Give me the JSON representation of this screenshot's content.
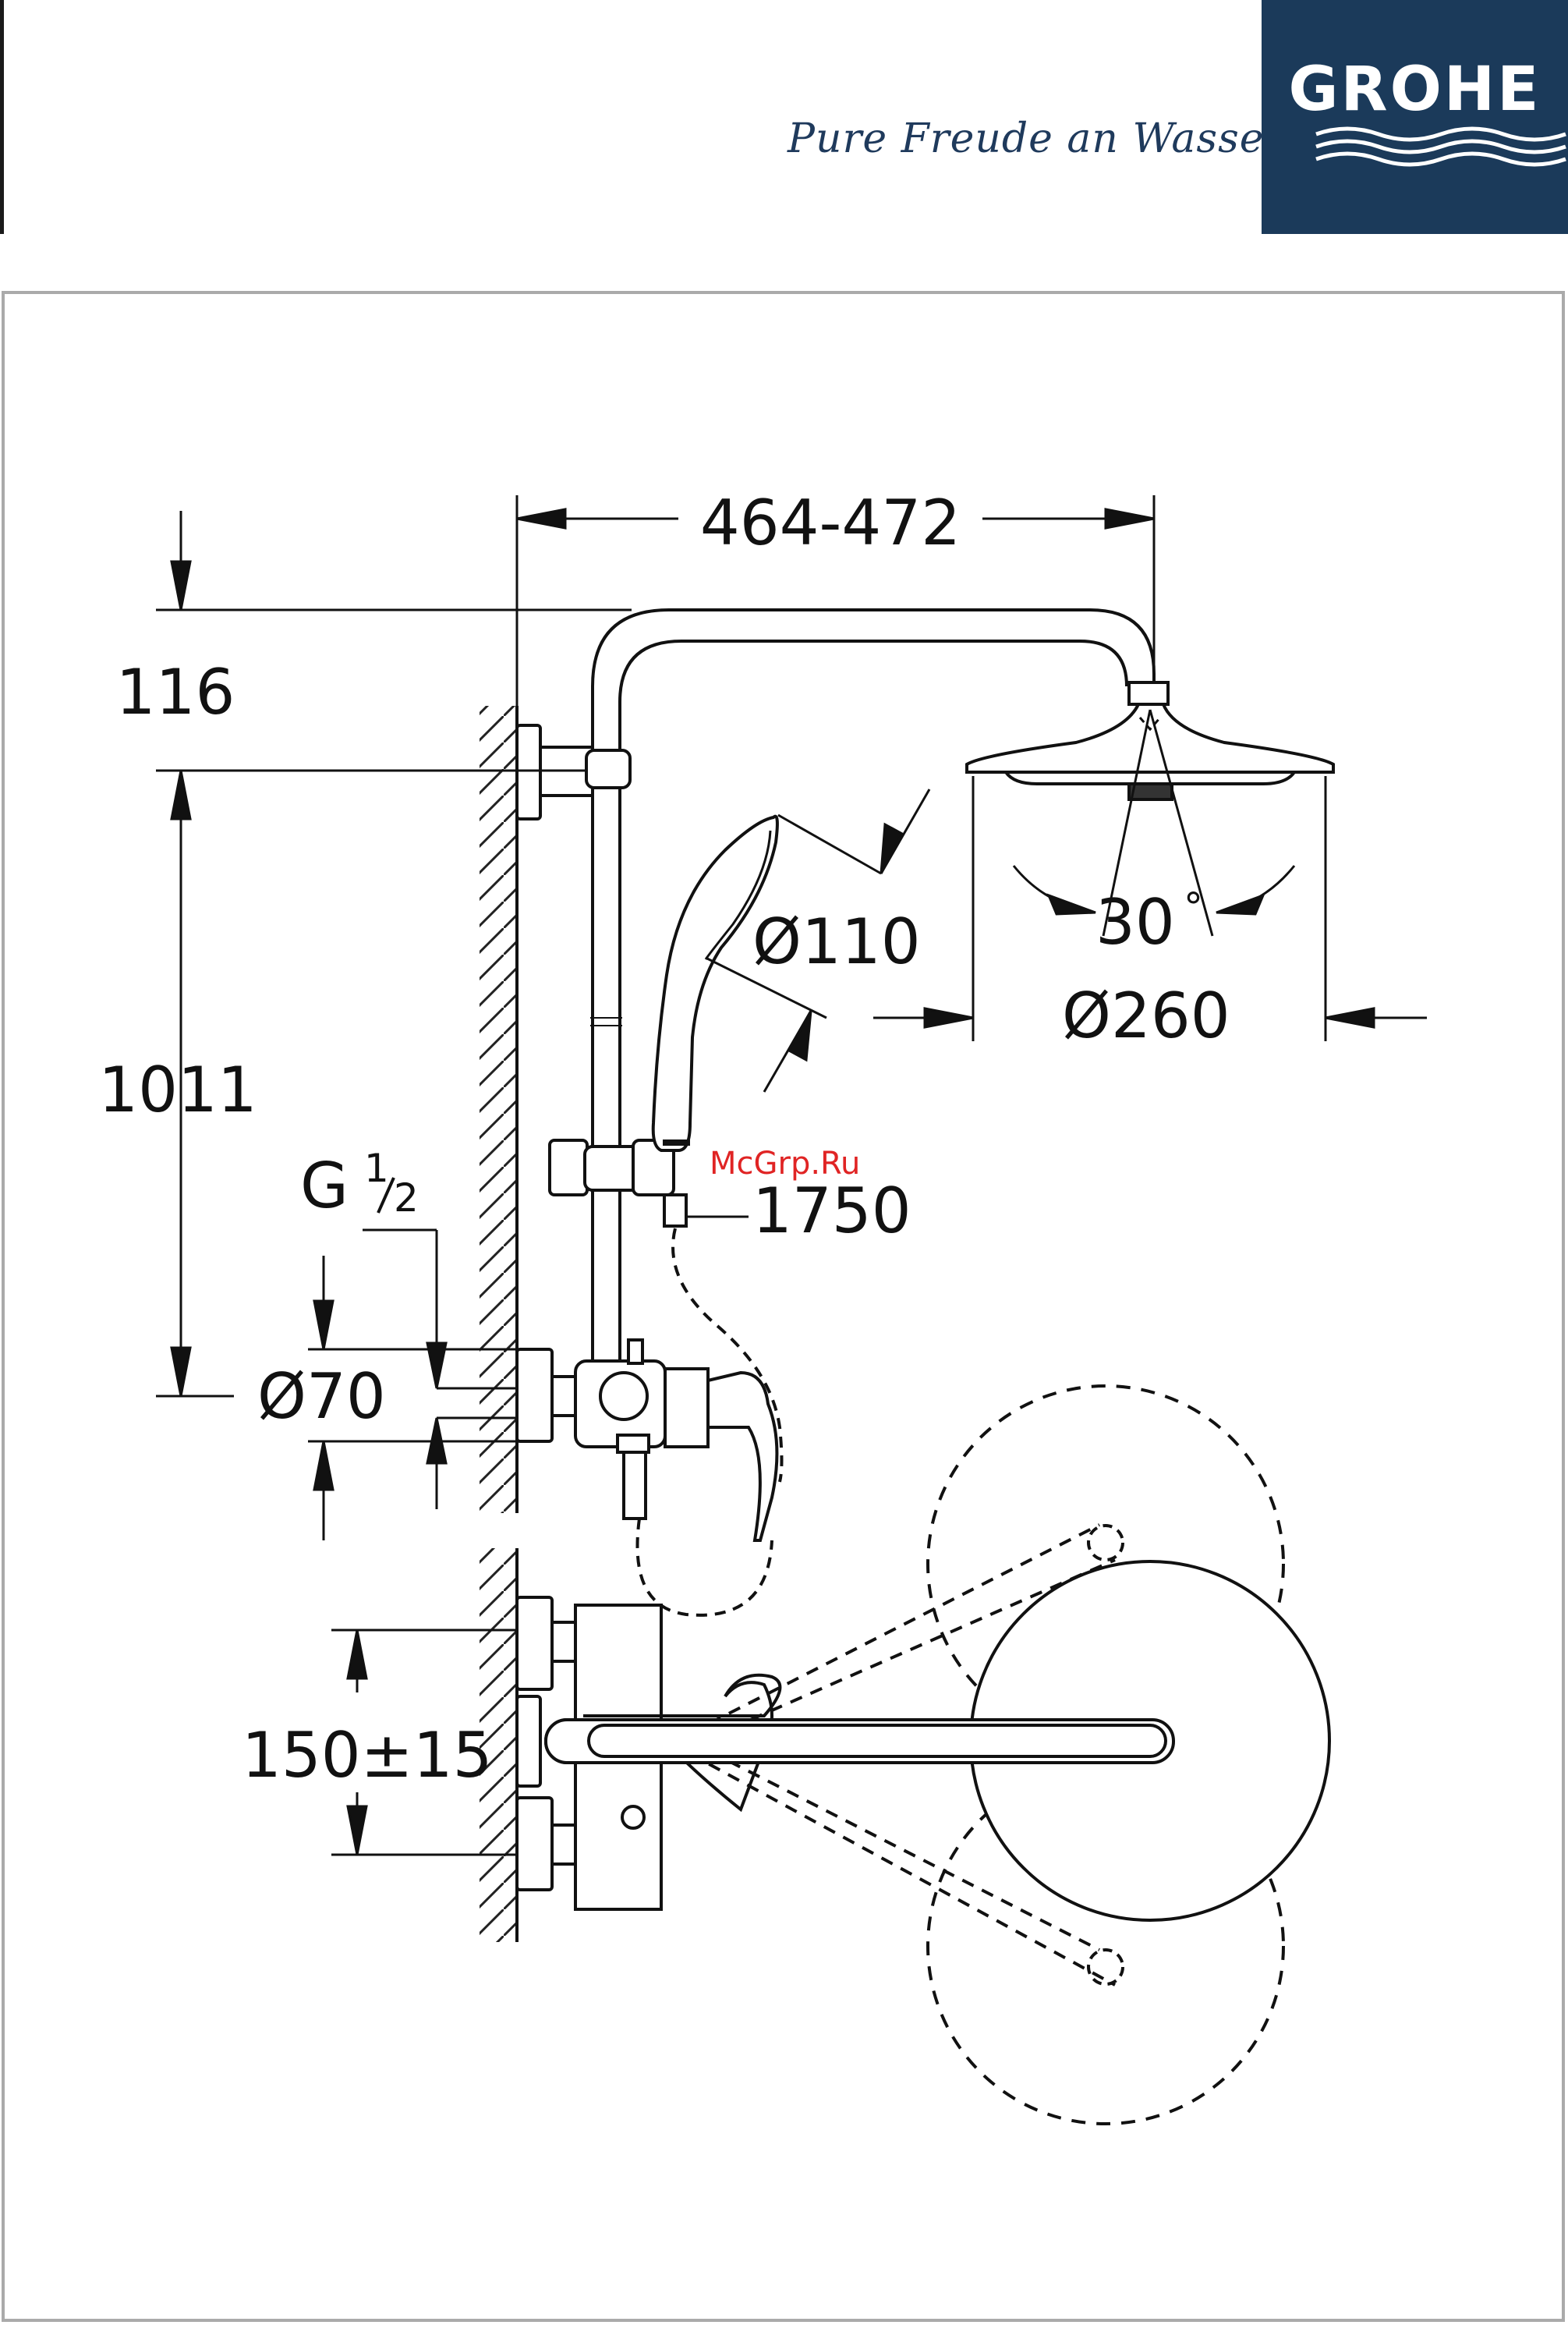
{
  "header": {
    "tagline": "Pure Freude an Wasser",
    "brand": "GROHE",
    "brand_color": "#1b3a5a"
  },
  "watermark": "McGrp.Ru",
  "dimensions": {
    "rail_width": "464-472",
    "top_offset": "116",
    "rail_height": "1011",
    "thread_G": "G",
    "thread_num": "1",
    "thread_den": "2",
    "pipe_dia": "Ø70",
    "hand_shower_dia": "Ø110",
    "head_shower_dia": "Ø260",
    "head_angle": "30",
    "angle_unit": "°",
    "hose_length": "1750",
    "inlet_spacing": "150±15"
  }
}
